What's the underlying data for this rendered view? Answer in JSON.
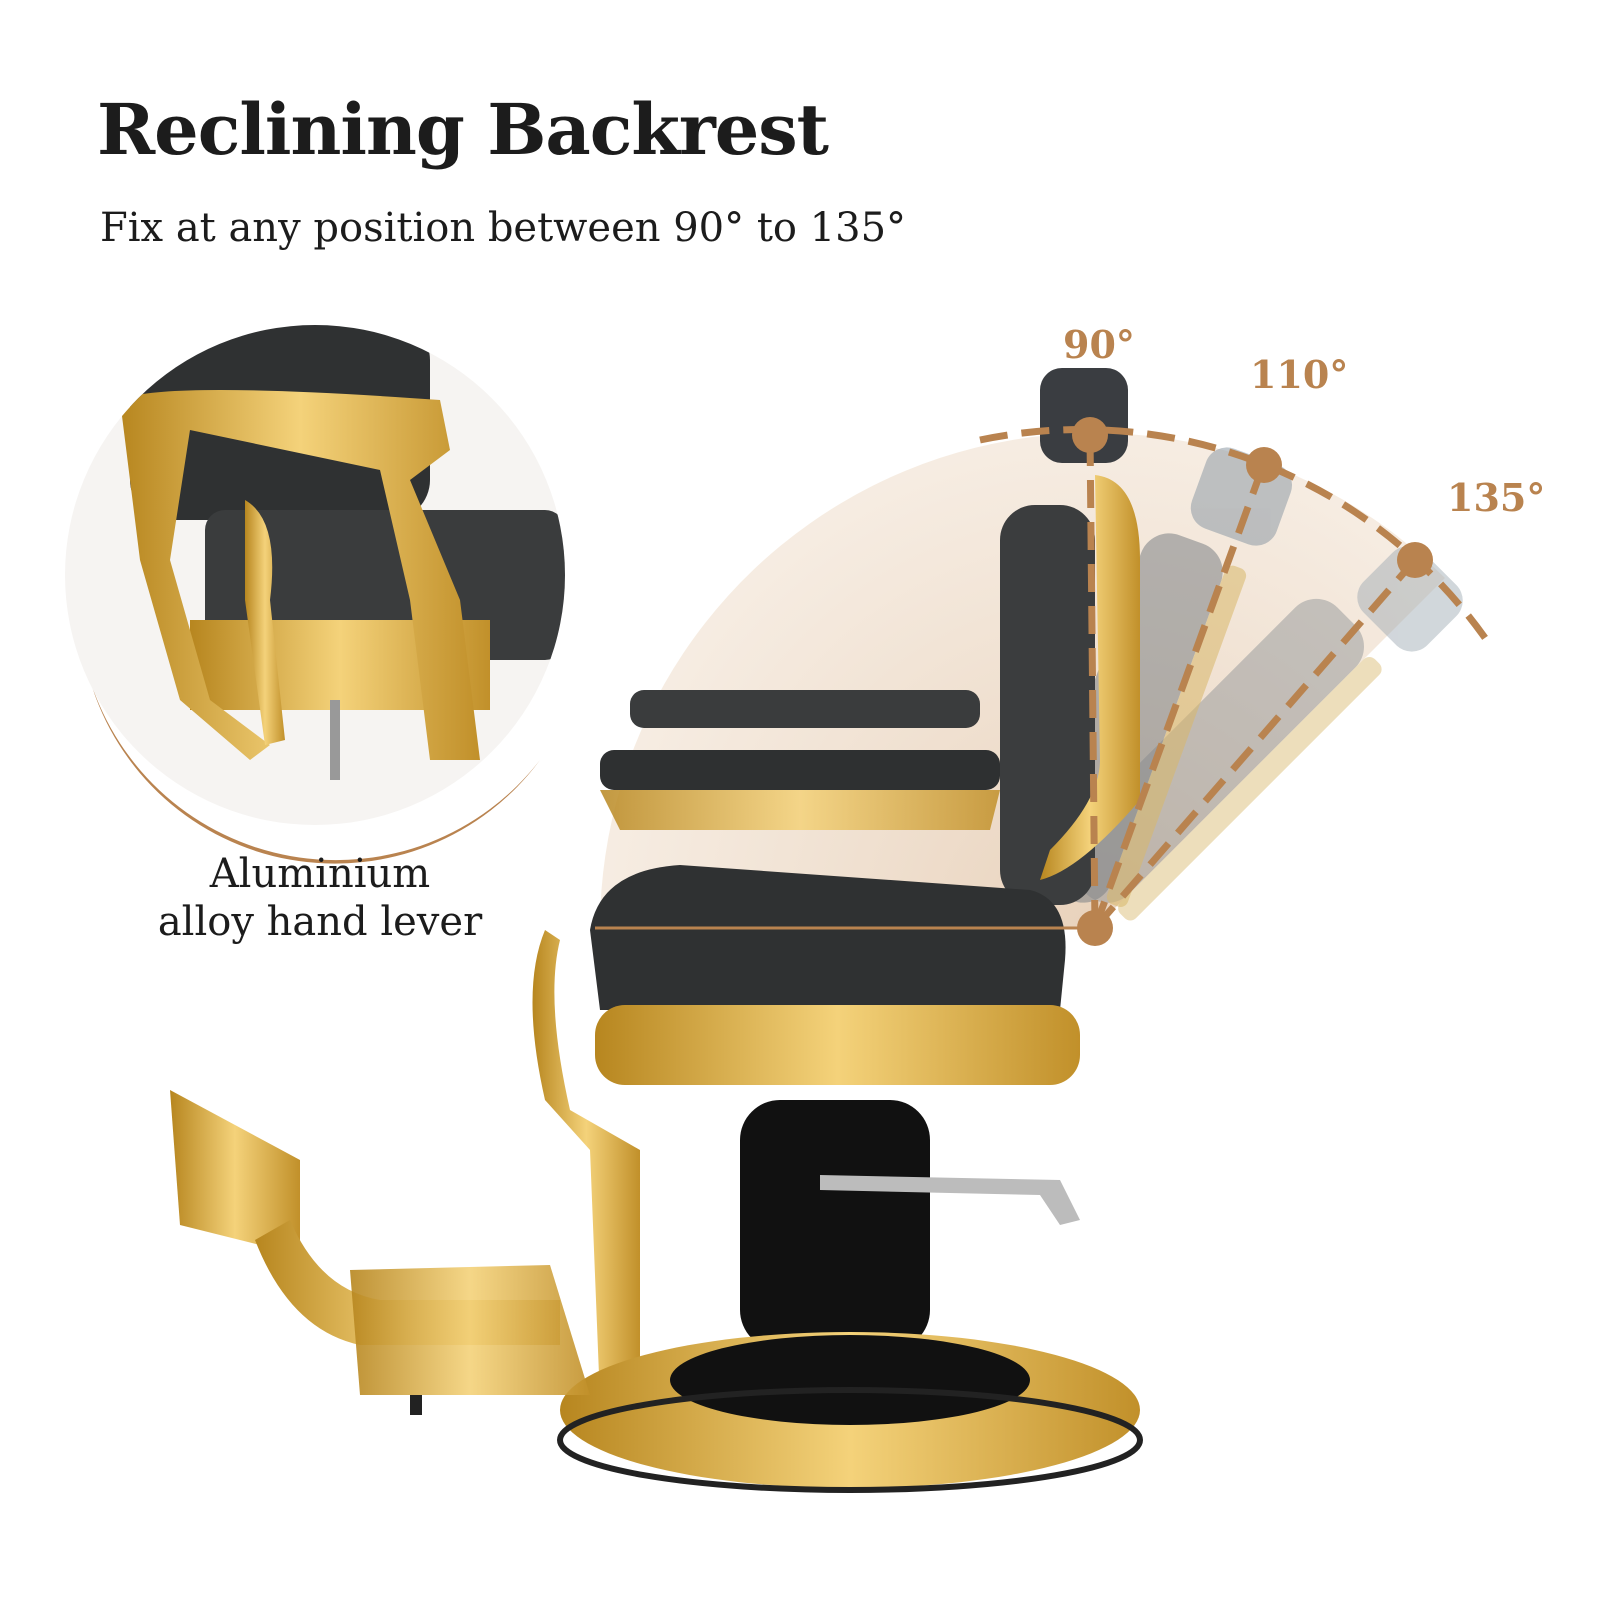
{
  "header": {
    "title": "Reclining Backrest",
    "subtitle": "Fix at any position between 90° to 135°"
  },
  "inset": {
    "caption_line1": "Aluminium",
    "caption_line2": "alloy hand lever"
  },
  "angles": [
    {
      "label": "90°",
      "value": 90
    },
    {
      "label": "110°",
      "value": 110
    },
    {
      "label": "135°",
      "value": 135
    }
  ],
  "colors": {
    "accent": "#b9834f",
    "gold": "#d9a93a",
    "leather": "#3a3c3d",
    "base": "#111111"
  }
}
